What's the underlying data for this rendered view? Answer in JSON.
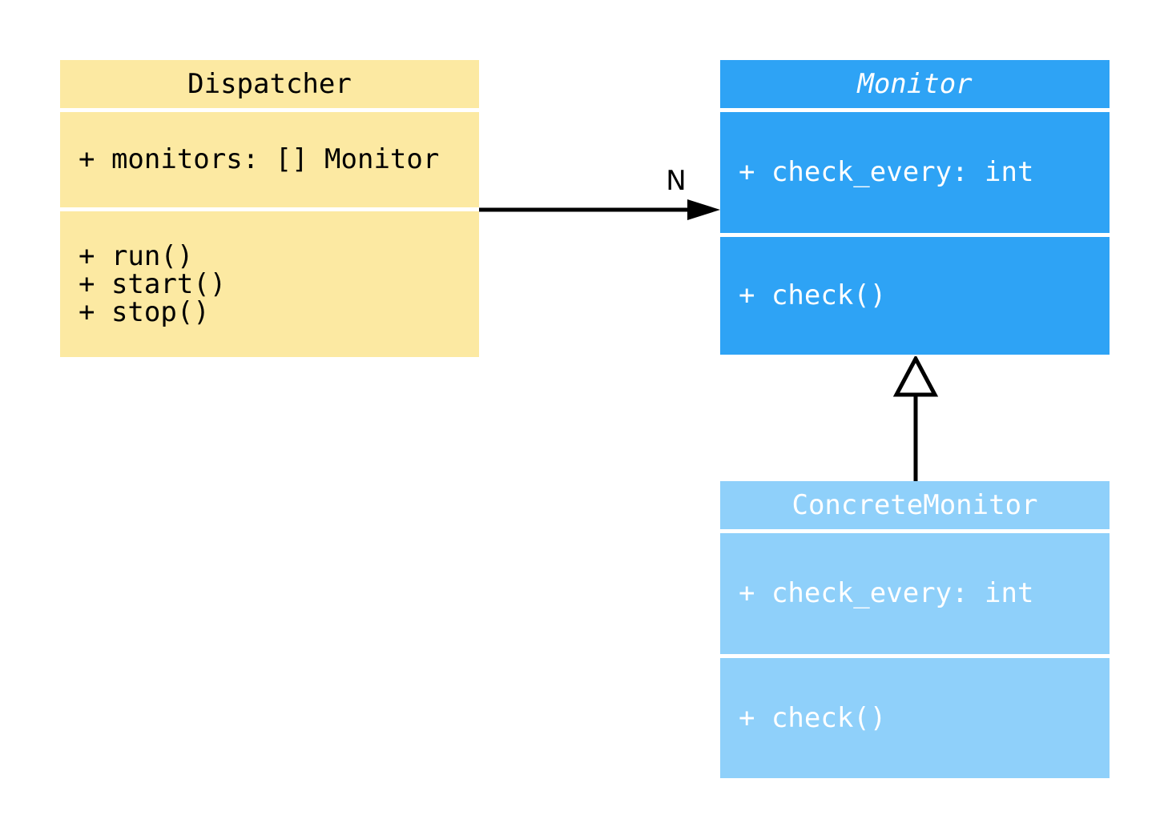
{
  "page": {
    "background": "#ffffff"
  },
  "classes": {
    "dispatcher": {
      "name": "Dispatcher",
      "attributes": [
        "+ monitors: [] Monitor"
      ],
      "methods": [
        "+ run()",
        "+ start()",
        "+ stop()"
      ],
      "fill": "#fce9a2",
      "text_color": "#000000"
    },
    "monitor": {
      "name": "Monitor",
      "attributes": [
        "+ check_every: int"
      ],
      "methods": [
        "+ check()"
      ],
      "fill": "#2ea3f5",
      "text_color": "#ffffff"
    },
    "concrete_monitor": {
      "name": "ConcreteMonitor",
      "attributes": [
        "+ check_every: int"
      ],
      "methods": [
        "+ check()"
      ],
      "fill": "#8fd0fa",
      "text_color": "#ffffff"
    }
  },
  "relations": {
    "association": {
      "from": "Dispatcher",
      "to": "Monitor",
      "label": "N",
      "color": "#000000"
    },
    "inheritance": {
      "from": "ConcreteMonitor",
      "to": "Monitor",
      "color": "#000000",
      "hollow_fill": "#ffffff"
    }
  }
}
